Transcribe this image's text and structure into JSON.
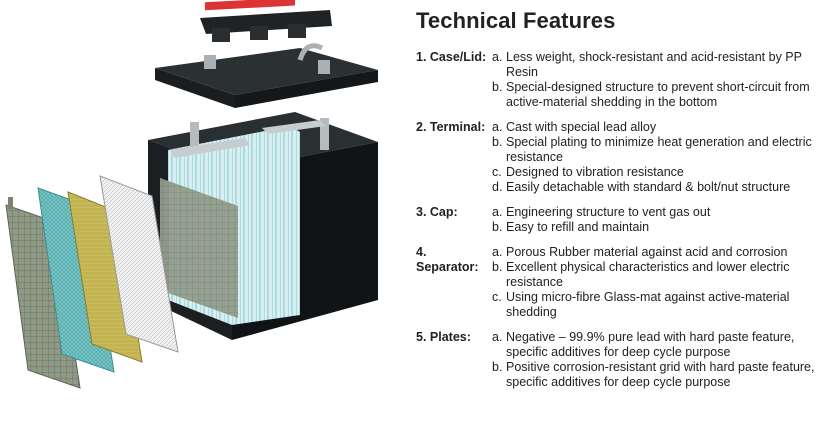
{
  "page": {
    "title": "Technical Features"
  },
  "illustration": {
    "description_icon": "exploded-battery-icon"
  },
  "sections": [
    {
      "label": "1. Case/Lid:",
      "items": [
        {
          "letter": "a.",
          "text": "Less weight, shock-resistant and acid-resistant by PP Resin"
        },
        {
          "letter": "b.",
          "text": "Special-designed structure to prevent short-circuit from active-material shedding in the bottom"
        }
      ]
    },
    {
      "label": "2. Terminal:",
      "items": [
        {
          "letter": "a.",
          "text": "Cast with special lead alloy"
        },
        {
          "letter": "b.",
          "text": "Special plating to minimize heat generation and electric resistance"
        },
        {
          "letter": "c.",
          "text": "Designed to vibration resistance"
        },
        {
          "letter": "d.",
          "text": "Easily detachable with standard & bolt/nut structure"
        }
      ]
    },
    {
      "label": "3. Cap:",
      "items": [
        {
          "letter": "a.",
          "text": "Engineering structure to vent gas out"
        },
        {
          "letter": "b.",
          "text": "Easy to refill and maintain"
        }
      ]
    },
    {
      "label": "4. Separator:",
      "items": [
        {
          "letter": "a.",
          "text": "Porous Rubber material against acid and corrosion"
        },
        {
          "letter": "b.",
          "text": "Excellent physical characteristics and lower electric resistance"
        },
        {
          "letter": "c.",
          "text": "Using micro-fibre Glass-mat against active-material shedding"
        }
      ]
    },
    {
      "label": "5. Plates:",
      "items": [
        {
          "letter": "a.",
          "text": "Negative – 99.9% pure lead with hard paste feature, specific additives for deep cycle purpose"
        },
        {
          "letter": "b.",
          "text": "Positive corrosion-resistant grid with hard paste feature, specific additives for deep cycle purpose"
        }
      ]
    }
  ]
}
